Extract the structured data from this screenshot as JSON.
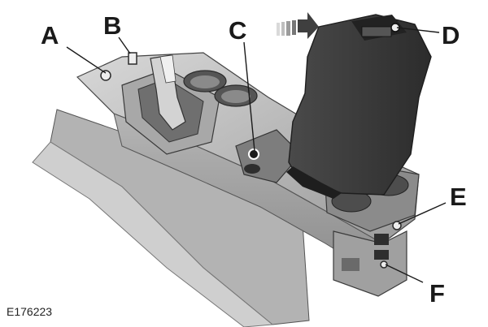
{
  "figure": {
    "id": "E176223",
    "callouts": [
      {
        "letter": "A"
      },
      {
        "letter": "B"
      },
      {
        "letter": "C"
      },
      {
        "letter": "D"
      },
      {
        "letter": "E"
      },
      {
        "letter": "F"
      }
    ]
  },
  "colors": {
    "body_light": "#c4c4c4",
    "body_mid": "#9b9b9b",
    "body_dark": "#5c5c5c",
    "armrest": "#3a3a3a",
    "armrest_edge": "#262626",
    "arrow": "#3f3f3f",
    "outline": "#2b2b2b"
  },
  "icons": [
    "arrow-open-icon",
    "leader-line"
  ]
}
